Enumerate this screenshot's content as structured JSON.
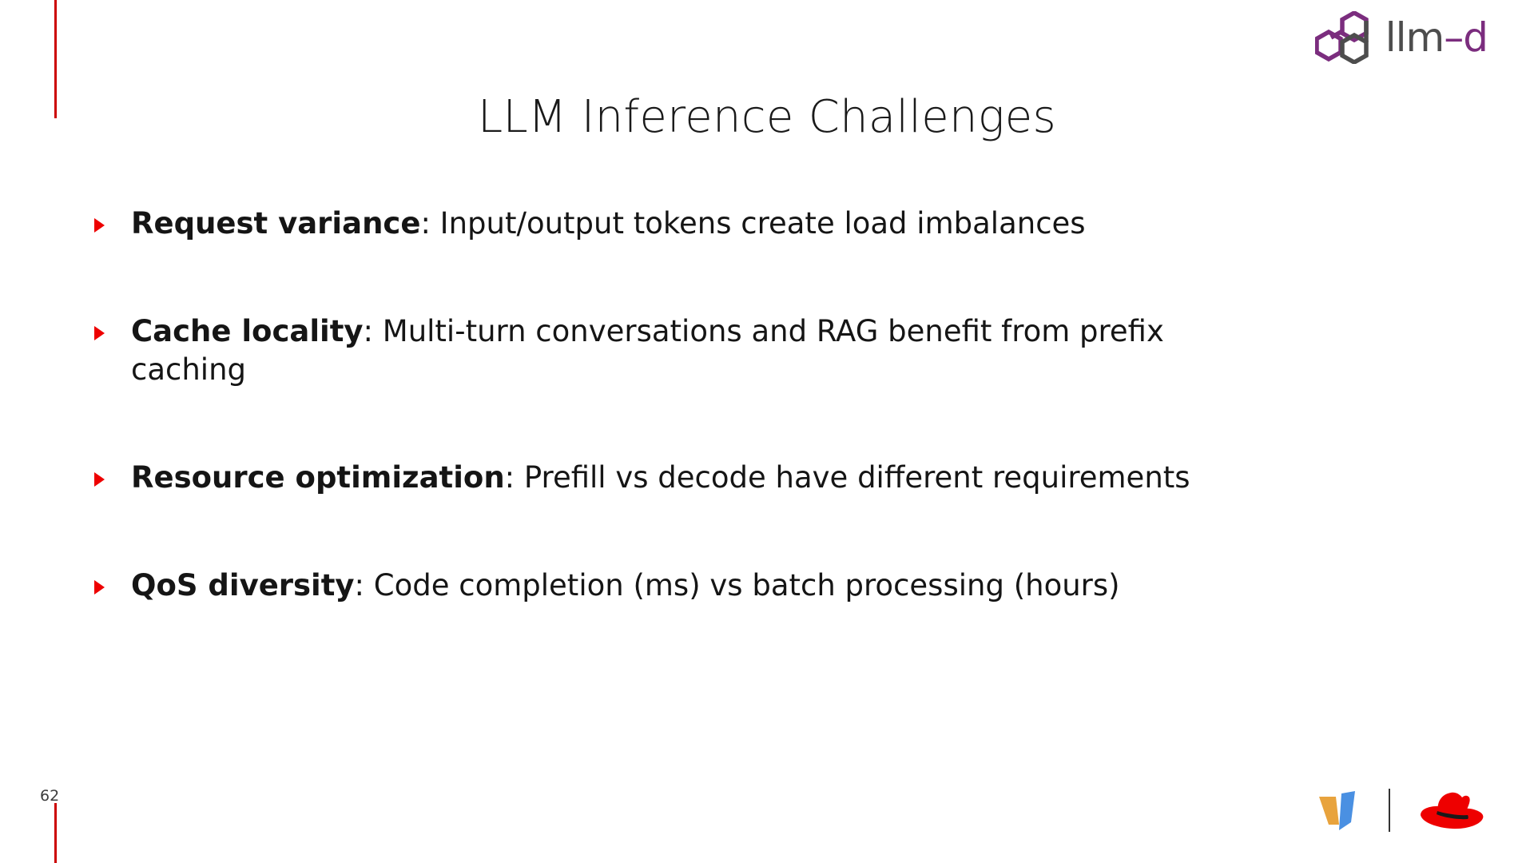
{
  "slide": {
    "title": "LLM Inference Challenges",
    "page_number": "62",
    "background_color": "#ffffff",
    "accent_color": "#cc0000",
    "bullet_marker_color": "#ee0000",
    "text_color": "#151515"
  },
  "brand": {
    "llmd": {
      "wordmark_prefix": "llm",
      "wordmark_dash": "–",
      "wordmark_suffix": "d",
      "mark_name": "llm-d-hexagon-mark",
      "purple": "#7b2d7e",
      "gray": "#4d4d4d"
    }
  },
  "bullets": [
    {
      "marker": "triangle-right",
      "lead": "Request variance",
      "body": ": Input/output tokens create load imbalances"
    },
    {
      "marker": "triangle-right",
      "lead": "Cache locality",
      "body": ": Multi-turn conversations and RAG benefit from prefix caching"
    },
    {
      "marker": "triangle-right",
      "lead": "Resource optimization",
      "body": ": Prefill vs decode have different requirements"
    },
    {
      "marker": "triangle-right",
      "lead": "QoS diversity",
      "body": ": Code completion (ms) vs batch processing (hours)"
    }
  ],
  "footer": {
    "logos": [
      {
        "name": "vllm-logo",
        "colors": [
          "#e8a33d",
          "#4a90e2"
        ]
      },
      {
        "name": "red-hat-logo",
        "colors": [
          "#ee0000",
          "#1a1a1a"
        ]
      }
    ]
  }
}
